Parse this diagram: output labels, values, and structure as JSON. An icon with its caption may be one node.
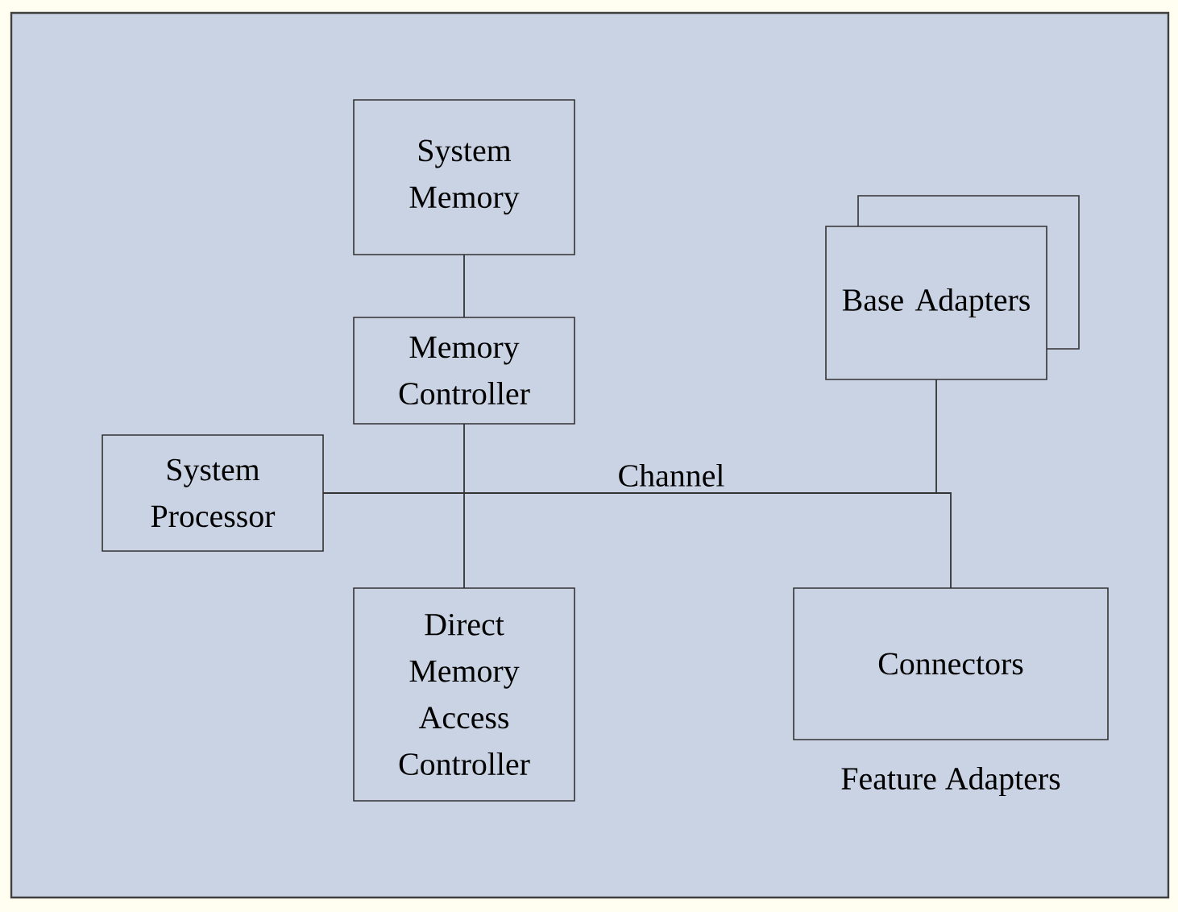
{
  "diagram": {
    "nodes": [
      {
        "text": [
          "System Memory"
        ]
      },
      {
        "text": [
          "Memory Controller"
        ]
      },
      {
        "text": [
          "System Processor"
        ]
      },
      {
        "text": [
          "Direct Memory Access Controller"
        ]
      },
      {
        "text": [
          "Base Adapters"
        ]
      },
      {
        "text": [
          "Connectors"
        ],
        "beside": [
          "Feature Adapters"
        ]
      }
    ],
    "edges": [
      {
        "from": 0,
        "to": 1,
        "arrow": "none"
      },
      {
        "from": 2,
        "to": 1,
        "arrow": "none"
      },
      {
        "from": 2,
        "to": 3,
        "arrow": "none"
      },
      {
        "from": 2,
        "to": 4,
        "arrow": "none",
        "label": "Channel"
      },
      {
        "from": 2,
        "to": 5,
        "arrow": "none"
      }
    ]
  }
}
